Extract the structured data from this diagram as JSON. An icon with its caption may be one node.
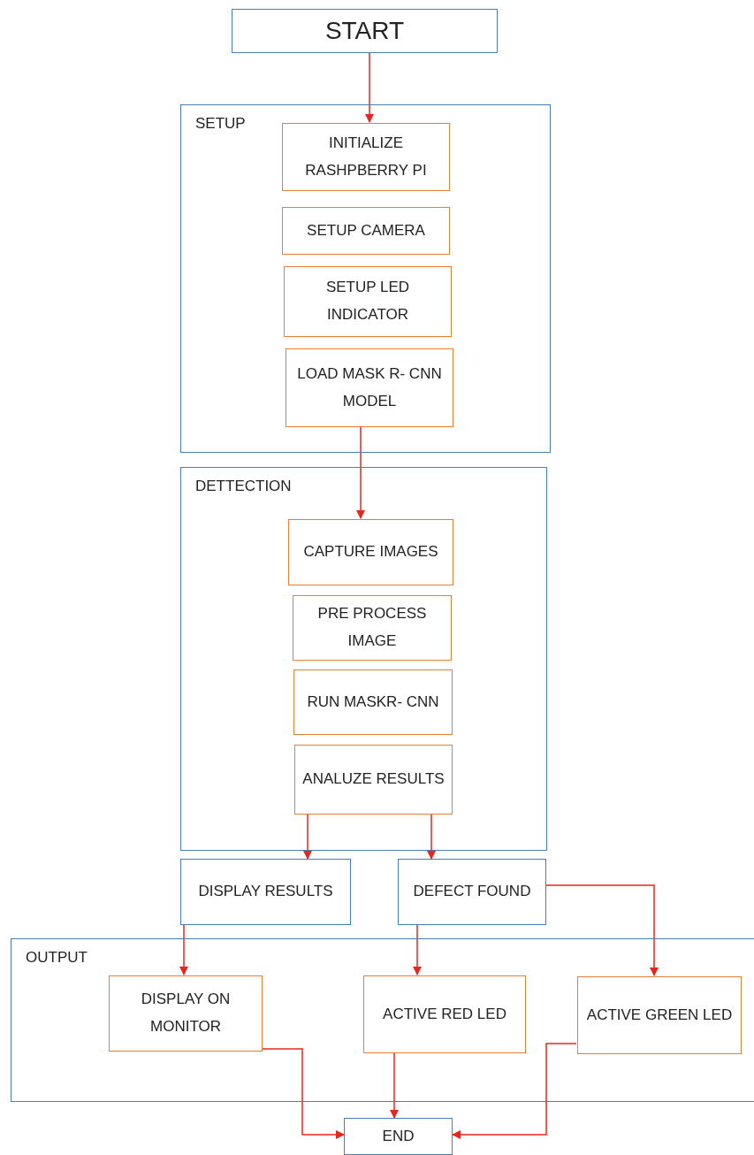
{
  "diagram": {
    "nodes": [
      {
        "text": [
          "START"
        ]
      },
      {
        "text": [
          "SETUP"
        ]
      },
      {
        "text": [
          "INITIALIZE RASHPBERRY PI"
        ],
        "in": 1
      },
      {
        "text": [
          "SETUP CAMERA"
        ],
        "in": 1
      },
      {
        "text": [
          "SETUP LED INDICATOR"
        ],
        "in": 1
      },
      {
        "text": [
          "LOAD MASK R- CNN MODEL"
        ],
        "in": 1
      },
      {
        "text": [
          "DETTECTION"
        ]
      },
      {
        "text": [
          "CAPTURE IMAGES"
        ],
        "in": 6
      },
      {
        "text": [
          "PRE PROCESS IMAGE"
        ],
        "in": 6
      },
      {
        "text": [
          "RUN MASKR- CNN"
        ],
        "in": 6
      },
      {
        "text": [
          "ANALUZE RESULTS"
        ],
        "in": 6
      },
      {
        "text": [
          "DISPLAY RESULTS"
        ]
      },
      {
        "text": [
          "DEFECT FOUND"
        ]
      },
      {
        "text": [
          "OUTPUT"
        ]
      },
      {
        "text": [
          "DISPLAY ON MONITOR"
        ],
        "in": 13
      },
      {
        "text": [
          "ACTIVE RED LED"
        ],
        "in": 13
      },
      {
        "text": [
          "ACTIVE GREEN LED"
        ],
        "in": 13
      },
      {
        "text": [
          "END"
        ]
      }
    ],
    "edges": [
      {
        "from": 0,
        "to": 2,
        "arrow": "to"
      },
      {
        "from": 5,
        "to": 7,
        "arrow": "to"
      },
      {
        "from": 10,
        "to": 11,
        "arrow": "to"
      },
      {
        "from": 10,
        "to": 12,
        "arrow": "to"
      },
      {
        "from": 11,
        "to": 14,
        "arrow": "to"
      },
      {
        "from": 12,
        "to": 15,
        "arrow": "to"
      },
      {
        "from": 12,
        "to": 16,
        "arrow": "to"
      },
      {
        "from": 14,
        "to": 17,
        "arrow": "to"
      },
      {
        "from": 15,
        "to": 17,
        "arrow": "to"
      },
      {
        "from": 16,
        "to": 17,
        "arrow": "to"
      }
    ]
  }
}
